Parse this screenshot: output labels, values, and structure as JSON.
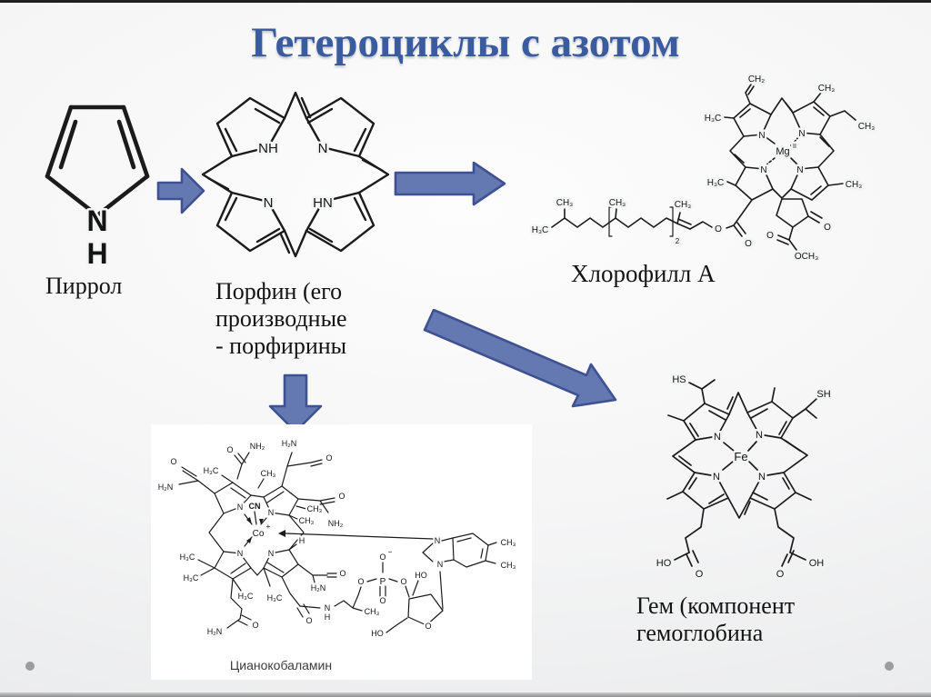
{
  "slide": {
    "title": "Гетероциклы с азотом"
  },
  "captions": {
    "pyrrole": "Пиррол",
    "porphin": [
      "Порфин (его",
      "производные",
      "- порфирины"
    ],
    "chlorophyll": "Хлорофилл А",
    "heme": [
      "Гем (компонент",
      "гемоглобина"
    ],
    "cyanocobalamin": "Цианокобаламин"
  },
  "colors": {
    "title_text": "#3a5b9e",
    "arrow_fill": "#6478b2",
    "arrow_stroke": "#3f5192",
    "structure_ink": "#1b1b1b"
  },
  "molecules": {
    "pyrrole": {
      "n": "N",
      "h": "H"
    },
    "porphin": {
      "nh": "NH",
      "n": "N",
      "hn": "HN"
    },
    "chlorophyll": {
      "mg": "Mg",
      "mg_sup": "II",
      "n": "N",
      "ch2": "CH₂",
      "ch3": "CH₃",
      "h3c": "H₃C",
      "o": "O",
      "och3": "OCH₃",
      "sub2": "2"
    },
    "heme": {
      "fe": "Fe",
      "n": "N",
      "hs": "HS",
      "sh": "SH",
      "ho": "HO",
      "oh": "OH",
      "o": "O"
    },
    "b12": {
      "co": "Co",
      "co_sup": "+",
      "cn": "CN",
      "n": "N",
      "h": "H",
      "nh2": "NH₂",
      "h2n": "H₂N",
      "h3c": "H₃C",
      "ch3": "CH₃",
      "o": "O",
      "minus": "−",
      "p": "P",
      "ho": "HO"
    }
  }
}
